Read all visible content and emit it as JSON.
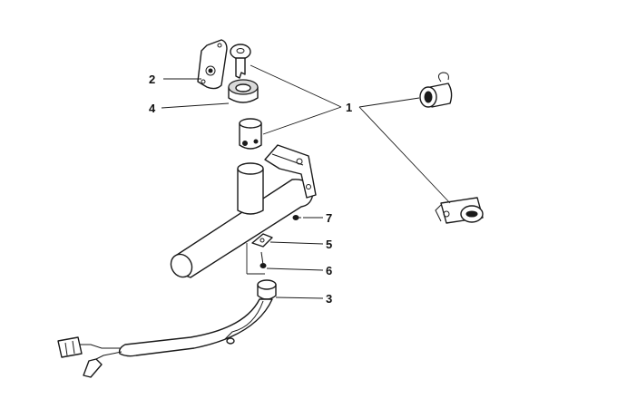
{
  "callouts": [
    {
      "id": "callout-1",
      "text": "1"
    },
    {
      "id": "callout-2",
      "text": "2"
    },
    {
      "id": "callout-3",
      "text": "3"
    },
    {
      "id": "callout-4",
      "text": "4"
    },
    {
      "id": "callout-5",
      "text": "5"
    },
    {
      "id": "callout-6",
      "text": "6"
    },
    {
      "id": "callout-7",
      "text": "7"
    }
  ]
}
